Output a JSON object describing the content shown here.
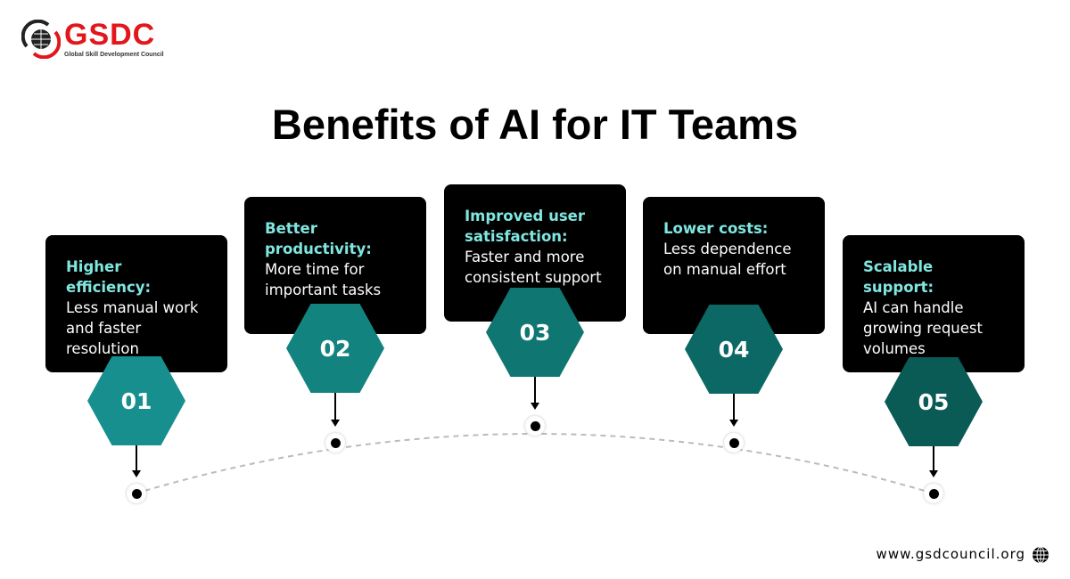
{
  "logo": {
    "name": "GSDC",
    "subtitle": "Global Skill Development Council"
  },
  "title": "Benefits of AI for IT Teams",
  "steps": [
    {
      "number": "01",
      "heading": "Higher efficiency:",
      "text": "Less manual work and faster resolution",
      "color": "#178f8f"
    },
    {
      "number": "02",
      "heading": "Better productivity:",
      "text": "More time for important tasks",
      "color": "#13837f"
    },
    {
      "number": "03",
      "heading": "Improved user satisfaction:",
      "text": "Faster and more consistent support",
      "color": "#0f7672"
    },
    {
      "number": "04",
      "heading": "Lower costs:",
      "text": "Less dependence on manual effort",
      "color": "#0c6864"
    },
    {
      "number": "05",
      "heading": "Scalable support:",
      "text": "AI can handle growing request volumes",
      "color": "#0a5a56"
    }
  ],
  "footer": {
    "url": "www.gsdcouncil.org"
  }
}
